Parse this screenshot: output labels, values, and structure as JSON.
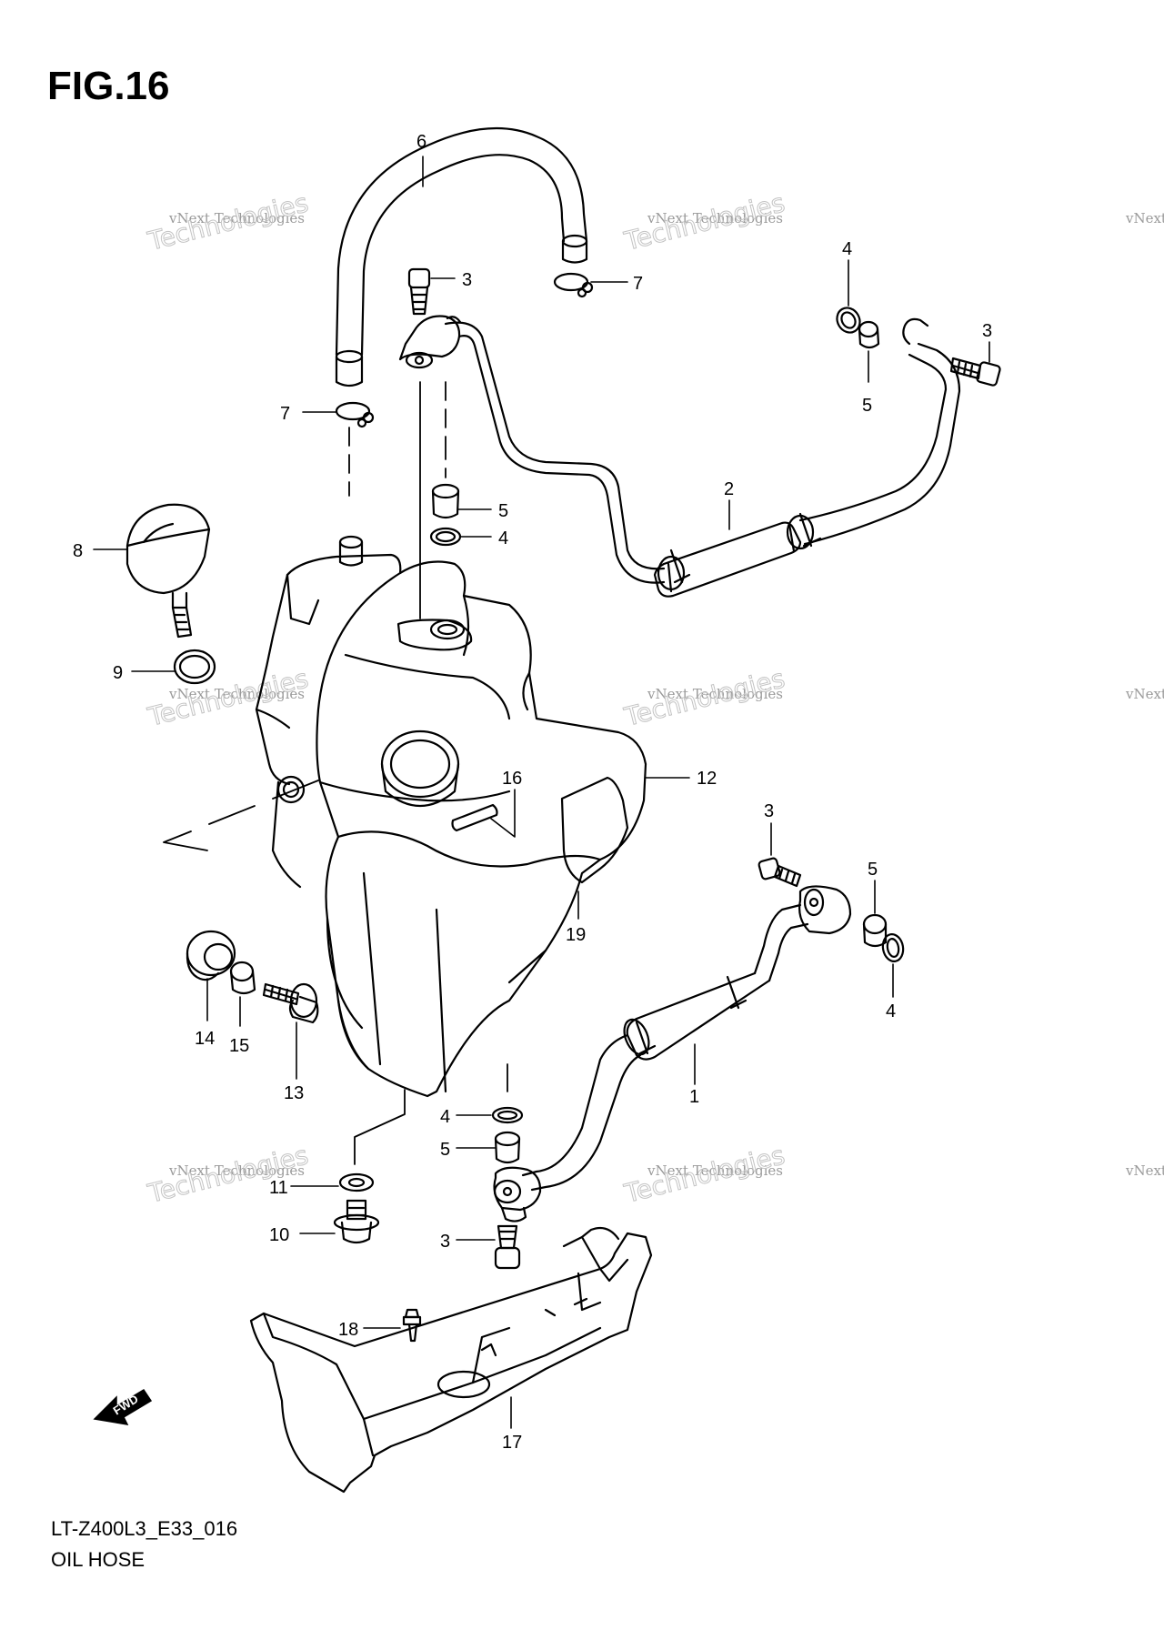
{
  "figure": {
    "title": "FIG.16",
    "code": "LT-Z400L3_E33_016",
    "name": "OIL HOSE"
  },
  "watermark": {
    "line1": "vNext Technologies",
    "line2": "Technologies",
    "line3": "vNext"
  },
  "fwd_label": "FWD",
  "callouts": [
    {
      "id": "c6",
      "label": "6"
    },
    {
      "id": "c3a",
      "label": "3"
    },
    {
      "id": "c7a",
      "label": "7"
    },
    {
      "id": "c4a",
      "label": "4"
    },
    {
      "id": "c3b",
      "label": "3"
    },
    {
      "id": "c5a",
      "label": "5"
    },
    {
      "id": "c7b",
      "label": "7"
    },
    {
      "id": "c5b",
      "label": "5"
    },
    {
      "id": "c4b",
      "label": "4"
    },
    {
      "id": "c2",
      "label": "2"
    },
    {
      "id": "c8",
      "label": "8"
    },
    {
      "id": "c9",
      "label": "9"
    },
    {
      "id": "c12",
      "label": "12"
    },
    {
      "id": "c16",
      "label": "16"
    },
    {
      "id": "c19",
      "label": "19"
    },
    {
      "id": "c3c",
      "label": "3"
    },
    {
      "id": "c5c",
      "label": "5"
    },
    {
      "id": "c4c",
      "label": "4"
    },
    {
      "id": "c1",
      "label": "1"
    },
    {
      "id": "c14",
      "label": "14"
    },
    {
      "id": "c15",
      "label": "15"
    },
    {
      "id": "c13",
      "label": "13"
    },
    {
      "id": "c4d",
      "label": "4"
    },
    {
      "id": "c5d",
      "label": "5"
    },
    {
      "id": "c11",
      "label": "11"
    },
    {
      "id": "c10",
      "label": "10"
    },
    {
      "id": "c3d",
      "label": "3"
    },
    {
      "id": "c18",
      "label": "18"
    },
    {
      "id": "c17",
      "label": "17"
    }
  ]
}
